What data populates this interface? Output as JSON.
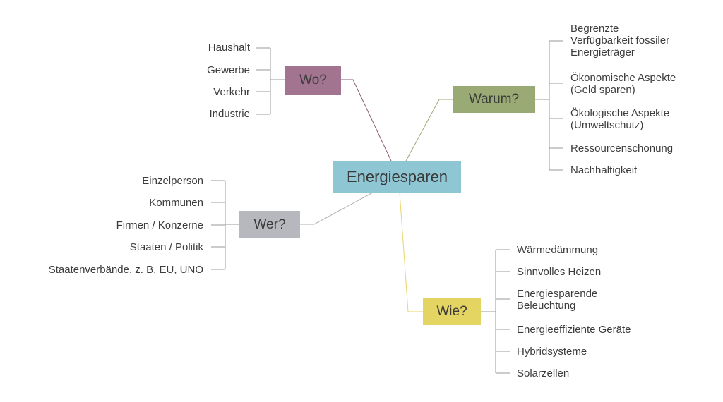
{
  "center": {
    "label": "Energiesparen",
    "color": "#8fc6d4"
  },
  "branches": {
    "wo": {
      "label": "Wo?",
      "color": "#a27490",
      "items": [
        "Haushalt",
        "Gewerbe",
        "Verkehr",
        "Industrie"
      ]
    },
    "warum": {
      "label": "Warum?",
      "color": "#9aaa74",
      "items": [
        "Begrenzte\nVerfügbarkeit fossiler\nEnergieträger",
        "Ökonomische Aspekte\n(Geld sparen)",
        "Ökologische Aspekte\n(Umweltschutz)",
        "Ressourcenschonung",
        "Nachhaltigkeit"
      ]
    },
    "wer": {
      "label": "Wer?",
      "color": "#b7b8bd",
      "items": [
        "Einzelperson",
        "Kommunen",
        "Firmen / Konzerne",
        "Staaten / Politik",
        "Staatenverbände, z. B. EU, UNO"
      ]
    },
    "wie": {
      "label": "Wie?",
      "color": "#e4d461",
      "items": [
        "Wärmedämmung",
        "Sinnvolles Heizen",
        "Energiesparende\nBeleuchtung",
        "Energieeffiziente Geräte",
        "Hybridsysteme",
        "Solarzellen"
      ]
    }
  },
  "line_colors": {
    "bracket": "#9a9a9a",
    "wo": "#8c5a78",
    "warum": "#9aaa74",
    "wer": "#b0b0b0",
    "wie": "#e8d56a"
  }
}
